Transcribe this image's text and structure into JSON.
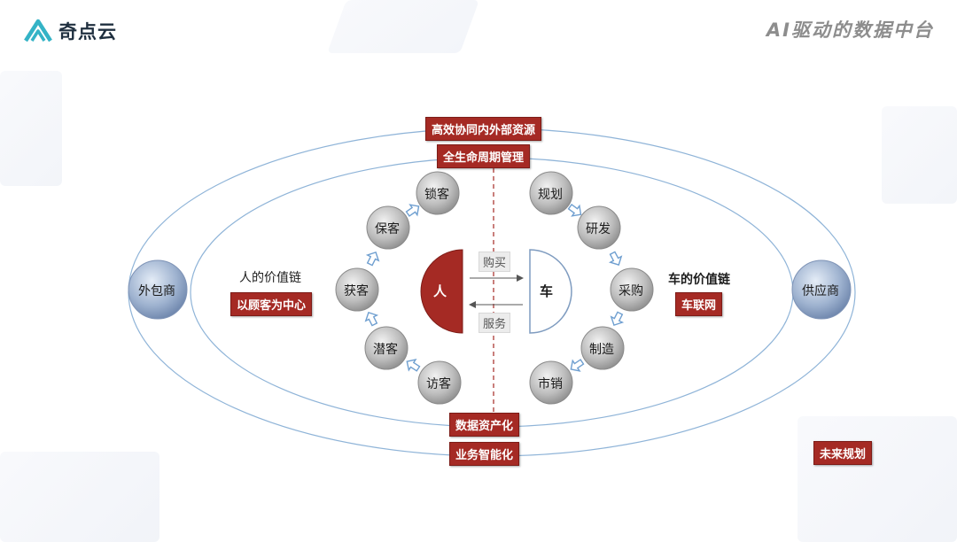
{
  "brand": {
    "name": "奇点云",
    "color": "#34b3c6"
  },
  "page_title": "AI驱动的数据中台",
  "tags": {
    "top1": "高效协同内外部资源",
    "top2": "全生命周期管理",
    "bottom1": "数据资产化",
    "bottom2": "业务智能化",
    "left_center": "以顾客为中心",
    "right_center": "车联网",
    "future": "未来规划"
  },
  "labels": {
    "left_chain": "人的价值链",
    "right_chain": "车的价值链",
    "buy": "购买",
    "service": "服务"
  },
  "outer_nodes": {
    "left": "外包商",
    "right": "供应商"
  },
  "center": {
    "person": "人",
    "car": "车"
  },
  "left_cycle": [
    "锁客",
    "保客",
    "获客",
    "潜客",
    "访客"
  ],
  "right_cycle": [
    "规划",
    "研发",
    "采购",
    "制造",
    "市销"
  ],
  "colors": {
    "accent_red": "#a52a24",
    "ellipse_blue": "#8fb4d8",
    "node_grey": "#a9a9a9",
    "outer_node_blue": "#8fa6c8"
  }
}
